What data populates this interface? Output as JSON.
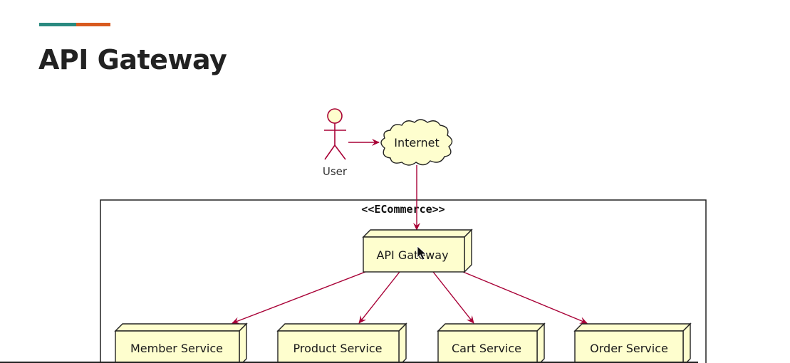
{
  "slide": {
    "title": "API Gateway",
    "accent_colors": [
      "#2a8a80",
      "#d85a1f"
    ]
  },
  "diagram": {
    "actor": {
      "label": "User",
      "icon": "stick-figure-actor"
    },
    "cloud": {
      "label": "Internet",
      "icon": "cloud"
    },
    "container": {
      "stereotype": "<<ECommerce>>"
    },
    "gateway": {
      "label": "API Gateway"
    },
    "services": [
      {
        "label": "Member Service"
      },
      {
        "label": "Product Service"
      },
      {
        "label": "Cart Service"
      },
      {
        "label": "Order Service"
      }
    ],
    "colors": {
      "node_fill": "#fefece",
      "arrow": "#a80036",
      "actor_stroke": "#a80036",
      "border": "#222222"
    }
  }
}
